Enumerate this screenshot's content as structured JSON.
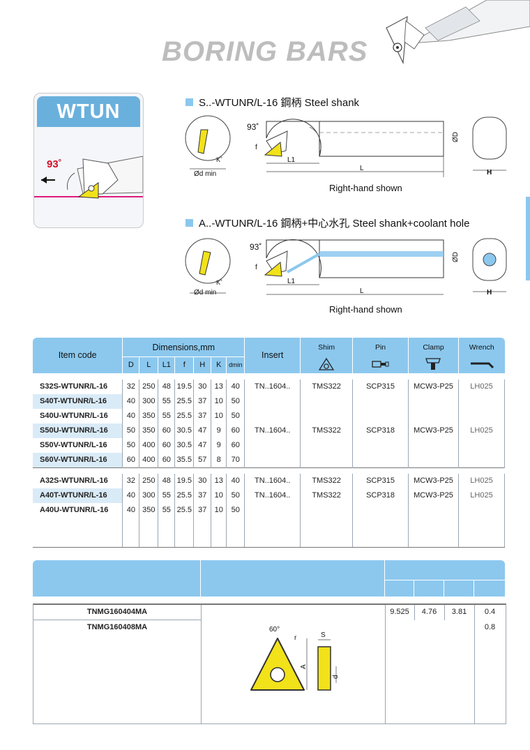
{
  "page_title": "BORING BARS",
  "series_label": "WTUN",
  "angle_label": "93˚",
  "section1": {
    "heading": "S..-WTUNR/L-16   鋼柄 Steel shank",
    "caption": "Right-hand shown",
    "labels": {
      "angle": "93˚",
      "f": "f",
      "k": "K˚",
      "d_min": "Ød min",
      "L1": "L1",
      "L": "L",
      "D": "ØD",
      "H": "H"
    }
  },
  "section2": {
    "heading": "A..-WTUNR/L-16   鋼柄+中心水孔 Steel shank+coolant hole",
    "caption": "Right-hand shown",
    "labels": {
      "angle": "93˚",
      "f": "f",
      "k": "K˚",
      "d_min": "Ød min",
      "L1": "L1",
      "L": "L",
      "D": "ØD",
      "H": "H"
    }
  },
  "table": {
    "headers": {
      "item_code": "Item code",
      "dimensions": "Dimensions,mm",
      "dims": [
        "D",
        "L",
        "L1",
        "f",
        "H",
        "K",
        "dmin"
      ],
      "insert": "Insert",
      "shim": "Shim",
      "pin": "Pin",
      "clamp": "Clamp",
      "wrench": "Wrench"
    },
    "rows": [
      {
        "code": "S32S-WTUNR/L-16",
        "D": "32",
        "L": "250",
        "L1": "48",
        "f": "19.5",
        "H": "30",
        "K": "13",
        "dmin": "40",
        "insert": "TN..1604..",
        "shim": "TMS322",
        "pin": "SCP315",
        "clamp": "MCW3-P25",
        "wrench": "LH025"
      },
      {
        "code": "S40T-WTUNR/L-16",
        "D": "40",
        "L": "300",
        "L1": "55",
        "f": "25.5",
        "H": "37",
        "K": "10",
        "dmin": "50"
      },
      {
        "code": "S40U-WTUNR/L-16",
        "D": "40",
        "L": "350",
        "L1": "55",
        "f": "25.5",
        "H": "37",
        "K": "10",
        "dmin": "50"
      },
      {
        "code": "S50U-WTUNR/L-16",
        "D": "50",
        "L": "350",
        "L1": "60",
        "f": "30.5",
        "H": "47",
        "K": "9",
        "dmin": "60"
      },
      {
        "code": "S50V-WTUNR/L-16",
        "D": "50",
        "L": "400",
        "L1": "60",
        "f": "30.5",
        "H": "47",
        "K": "9",
        "dmin": "60"
      },
      {
        "code": "S60V-WTUNR/L-16",
        "D": "60",
        "L": "400",
        "L1": "60",
        "f": "35.5",
        "H": "57",
        "K": "8",
        "dmin": "70"
      },
      {
        "code": "A32S-WTUNR/L-16",
        "D": "32",
        "L": "250",
        "L1": "48",
        "f": "19.5",
        "H": "30",
        "K": "13",
        "dmin": "40",
        "insert": "TN..1604..",
        "shim": "TMS322",
        "pin": "SCP315",
        "clamp": "MCW3-P25",
        "wrench": "LH025"
      },
      {
        "code": "A40T-WTUNR/L-16",
        "D": "40",
        "L": "300",
        "L1": "55",
        "f": "25.5",
        "H": "37",
        "K": "10",
        "dmin": "50",
        "insert": "TN..1604..",
        "shim": "TMS322",
        "pin": "SCP318",
        "clamp": "MCW3-P25",
        "wrench": "LH025"
      },
      {
        "code": "A40U-WTUNR/L-16",
        "D": "40",
        "L": "350",
        "L1": "55",
        "f": "25.5",
        "H": "37",
        "K": "10",
        "dmin": "50"
      }
    ],
    "group_s40_s60": {
      "insert": "TN..1604..",
      "shim": "TMS322",
      "pin": "SCP318",
      "clamp": "MCW3-P25",
      "wrench": "LH025"
    }
  },
  "insert_table": {
    "rows": [
      {
        "code": "TNMG160404MA",
        "v1": "9.525",
        "v2": "4.76",
        "v3": "3.81",
        "r": "0.4"
      },
      {
        "code": "TNMG160408MA",
        "r": "0.8"
      }
    ],
    "diagram_labels": {
      "angle": "60°",
      "r": "r",
      "s": "S",
      "a": "A",
      "d": "d"
    }
  },
  "colors": {
    "accent": "#8cc8ee",
    "row_shade": "#d9ebf7",
    "insert_yellow": "#f2e21a",
    "magenta_line": "#e0187c"
  }
}
